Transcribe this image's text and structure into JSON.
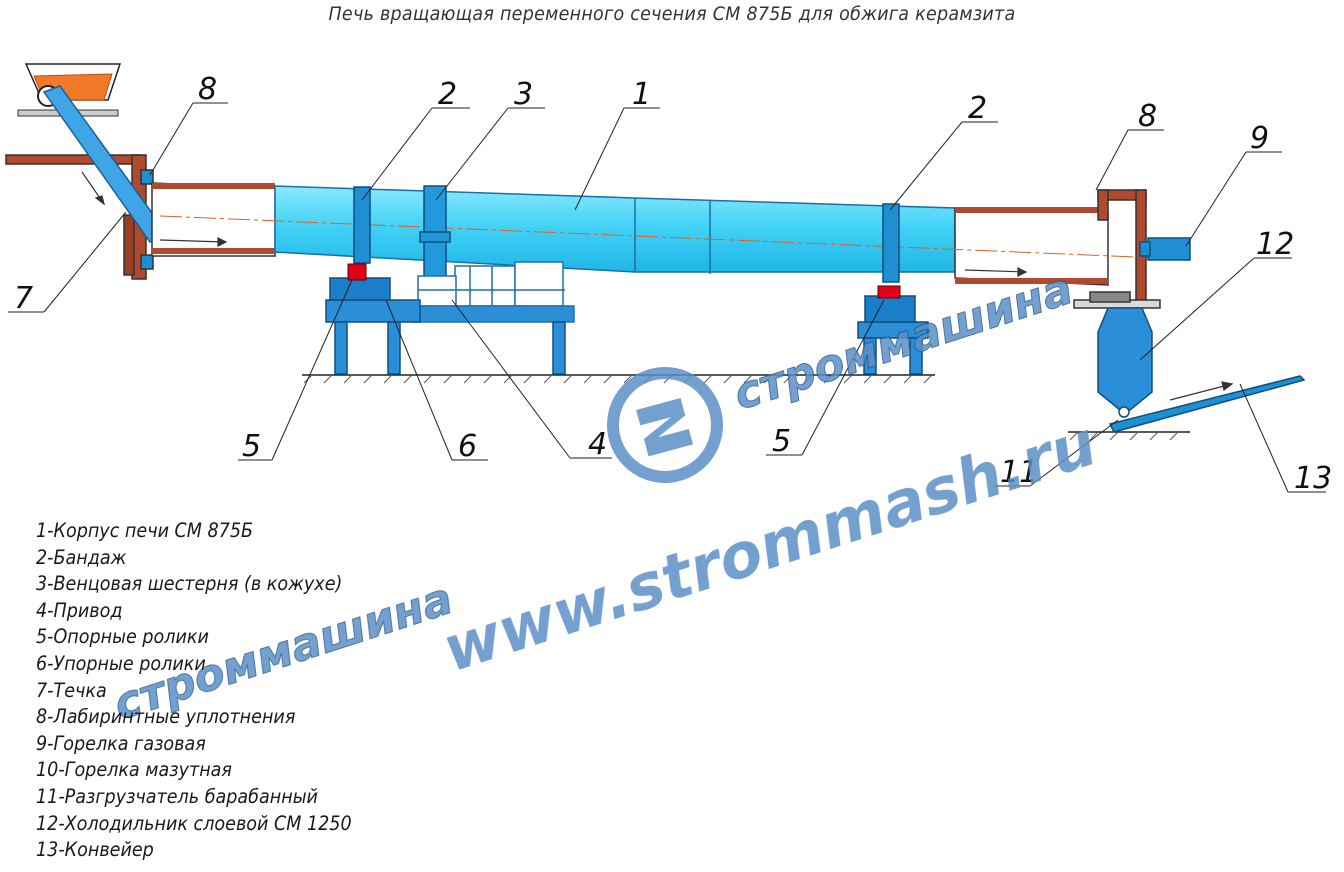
{
  "title": "Печь вращающая переменного сечения СМ 875Б для обжига керамзита",
  "callouts": [
    "8",
    "2",
    "3",
    "1",
    "2",
    "8",
    "9",
    "12",
    "7",
    "5",
    "6",
    "4",
    "5",
    "11",
    "13"
  ],
  "legend": [
    "1-Корпус печи СМ 875Б",
    "2-Бандаж",
    "3-Венцовая шестерня (в кожухе)",
    "4-Привод",
    "5-Опорные ролики",
    "6-Упорные ролики",
    "7-Течка",
    "8-Лабиринтные уплотнения",
    "9-Горелка газовая",
    "10-Горелка мазутная",
    "11-Разгрузчатель барабанный",
    "12-Холодильник слоевой СМ 1250",
    "13-Конвейер"
  ],
  "watermark": {
    "url": "www.strommash.ru",
    "brand": "строммашина",
    "color": "#5b8fc7"
  },
  "colors": {
    "kiln": "#55d8f7",
    "steel": "#1e8fd0",
    "accent": "#e0001a",
    "material": "#f07a2a"
  }
}
